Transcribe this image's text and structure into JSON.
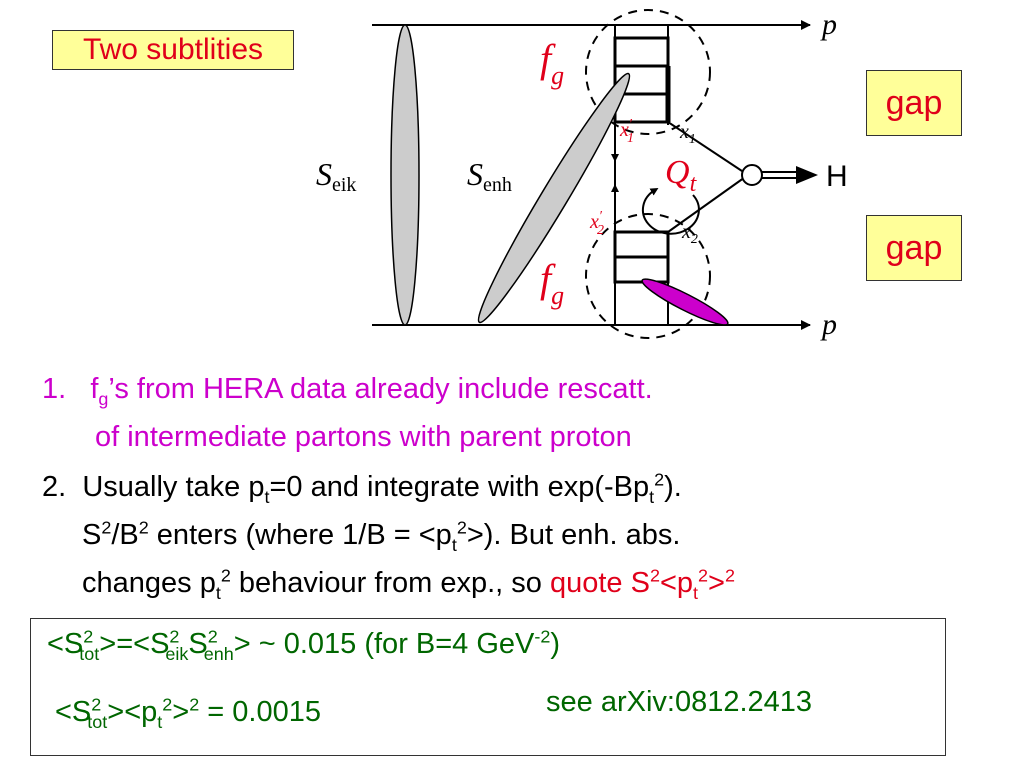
{
  "title_box": "Two subtlities",
  "gap_top": "gap",
  "gap_bottom": "gap",
  "diagram": {
    "p_top": "p",
    "p_bottom": "p",
    "s_eik": "S",
    "s_eik_sub": "eik",
    "s_enh": "S",
    "s_enh_sub": "enh",
    "fg_top": "f",
    "fg_top_sub": "g",
    "fg_bottom": "f",
    "fg_bottom_sub": "g",
    "x1p": "x",
    "x1p_sub": "1",
    "x1": "x",
    "x1_sub": "1",
    "x2p": "x",
    "x2p_sub": "2",
    "x2": "x",
    "x2_sub": "2",
    "qt": "Q",
    "qt_sub": "t",
    "higgs": "H",
    "prime": "′",
    "colors": {
      "ellipse_fill": "#cccccc",
      "magenta_ellipse": "#cc00cc",
      "red_text": "#e0001a"
    }
  },
  "points": {
    "p1": {
      "number": "1.",
      "f": "f",
      "f_sub": "g",
      "rest": "’s  from HERA data already include rescatt.",
      "line2": "of intermediate partons with parent proton"
    },
    "p2": {
      "number": "2.",
      "a": "Usually take p",
      "a_sub": "t",
      "b": "=0 and integrate with exp(-Bp",
      "b_sub": "t",
      "b_sup": "2",
      "c": ").",
      "l2_a": "S",
      "l2_a_sup": "2",
      "l2_b": "/B",
      "l2_b_sup": "2",
      "l2_c": " enters (where 1/B = <p",
      "l2_c_sub": "t",
      "l2_c_sup": "2",
      "l2_d": ">).  But enh. abs.",
      "l3_a": "changes p",
      "l3_a_sub": "t",
      "l3_a_sup": "2",
      "l3_b": " behaviour from exp., so ",
      "l3_red_a": "quote S",
      "l3_red_a_sup": "2",
      "l3_red_b": "<p",
      "l3_red_b_sub": "t",
      "l3_red_b_sup": "2",
      "l3_red_c": ">",
      "l3_red_c_sup": "2"
    }
  },
  "results": {
    "r1_a": "<S",
    "r1_a_sup": "2",
    "r1_a_sub": "tot",
    "r1_b": ">=<S",
    "r1_b_sup": "2",
    "r1_b_sub": "eik",
    "r1_c": "S",
    "r1_c_sup": "2",
    "r1_c_sub": "enh",
    "r1_d": "> ~ 0.015   (for B=4 GeV",
    "r1_d_sup": "-2",
    "r1_e": ")",
    "r2_a": "<S",
    "r2_a_sup": "2",
    "r2_a_sub": "tot",
    "r2_b": "><p",
    "r2_b_sub": "t",
    "r2_b_sup": "2",
    "r2_c": ">",
    "r2_c_sup": "2",
    "r2_d": "  = 0.0015",
    "ref": "see  arXiv:0812.2413"
  }
}
